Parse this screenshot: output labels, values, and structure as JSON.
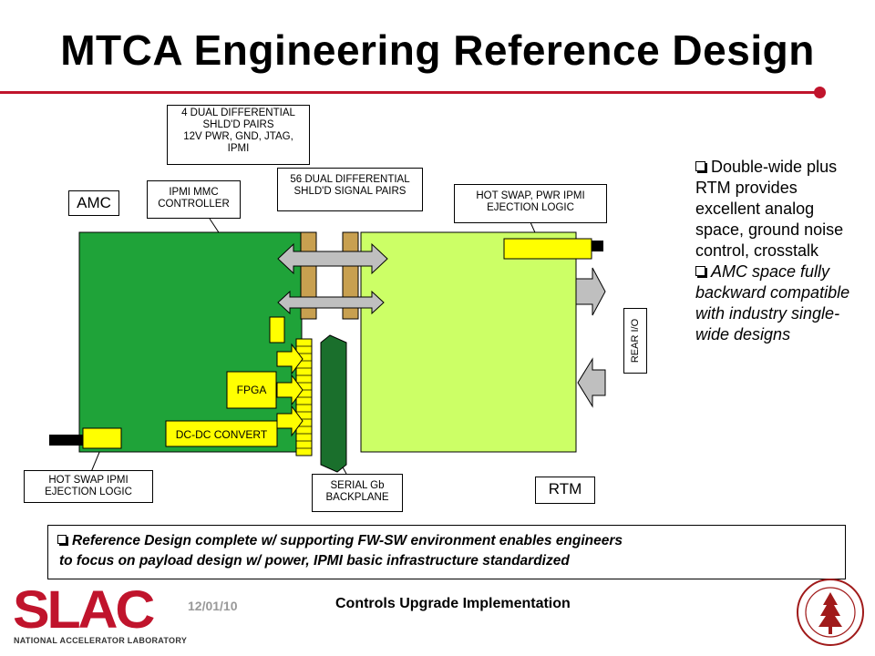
{
  "title": "MTCA Engineering Reference Design",
  "colors": {
    "accent": "#c0142c",
    "amc_board": "#1fa339",
    "rtm_board": "#ccff66",
    "connector": "#c8a050",
    "component": "#ffff00",
    "arrow": "#bfbfbf"
  },
  "labels": {
    "amc": "AMC",
    "rtm": "RTM",
    "rear_io": "REAR I/O",
    "fpga": "FPGA",
    "dcdc": "DC-DC CONVERT"
  },
  "callouts": {
    "dual_diff_pwr": "4 DUAL DIFFERENTIAL\nSHLD'D PAIRS\n12V PWR, GND, JTAG,\nIPMI",
    "ipmi_mmc": "IPMI MMC\nCONTROLLER",
    "signal_pairs": "56 DUAL DIFFERENTIAL\nSHLD'D SIGNAL PAIRS",
    "hot_swap_rtm": "HOT SWAP, PWR IPMI\nEJECTION LOGIC",
    "hot_swap_amc": "HOT SWAP IPMI\nEJECTION LOGIC",
    "backplane": "SERIAL Gb\nBACKPLANE"
  },
  "bullets": [
    {
      "text": "Double-wide plus RTM provides excellent analog space, ground noise control, crosstalk",
      "italic": false
    },
    {
      "text": "AMC space fully backward compatible with industry single-wide designs",
      "italic": true
    }
  ],
  "bottom_note": {
    "line1": "Reference Design complete w/ supporting FW-SW environment enables engineers",
    "line2": "to focus on payload design w/ power, IPMI basic infrastructure standardized"
  },
  "footer": {
    "date": "12/01/10",
    "center": "Controls Upgrade Implementation",
    "logo": "SLAC",
    "logo_sub": "NATIONAL ACCELERATOR LABORATORY"
  }
}
